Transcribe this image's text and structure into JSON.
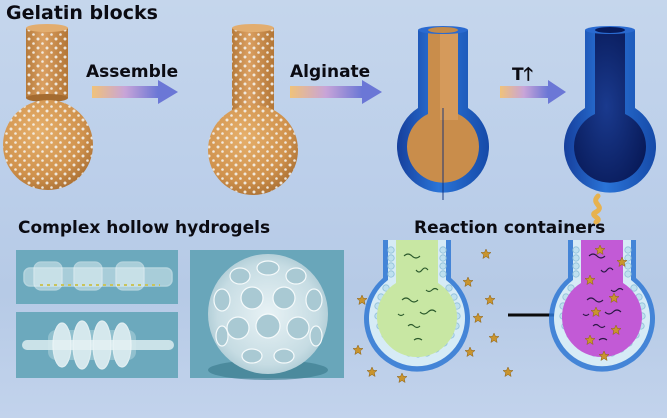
{
  "labels": {
    "gelatin_blocks": "Gelatin blocks",
    "assemble": "Assemble",
    "alginate": "Alginate",
    "temperature": "T",
    "complex_hollow": "Complex hollow hydrogels",
    "reaction_containers": "Reaction containers"
  },
  "colors": {
    "gelatin": "#d59a55",
    "alginate_shell": "#1f64c6",
    "hollow_interior": "#0a1f6a",
    "arrow": "#7d86d6",
    "container_fill_before": "#c8e7a3",
    "container_fill_after": "#c25ad6",
    "star": "#c9942d",
    "photo_bg": "#5f9fb4"
  },
  "icons": {
    "temperature_arrow": "up-arrow-icon",
    "star": "star-icon"
  }
}
